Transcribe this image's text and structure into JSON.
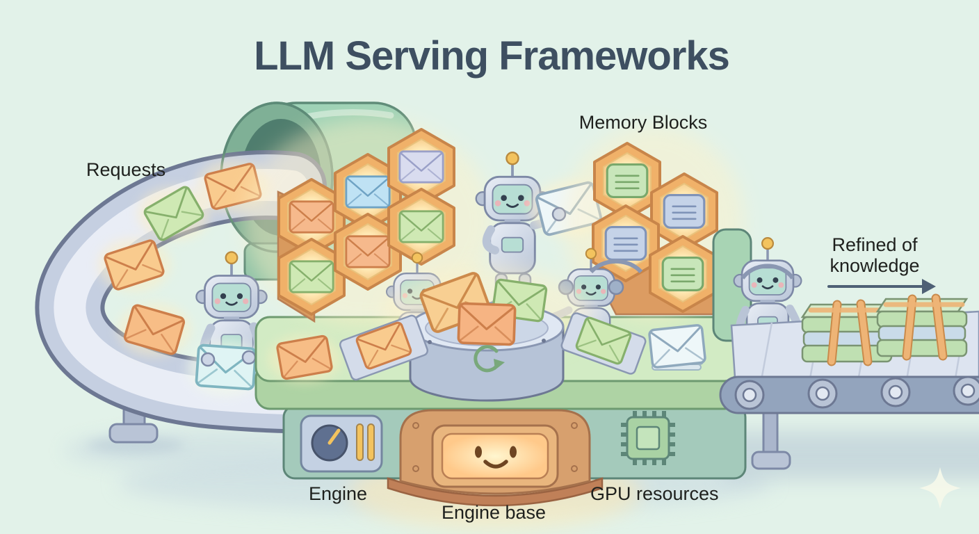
{
  "title": "LLM Serving Frameworks",
  "labels": {
    "requests": "Requests",
    "memory_blocks": "Memory Blocks",
    "refined_line1": "Refined of",
    "refined_line2": "knowledge",
    "engine": "Engine",
    "engine_base": "Engine base",
    "gpu_resources": "GPU resources"
  },
  "icons": {
    "recycle": "recycle-arrows ♻",
    "gauge": "speedometer-dial",
    "gpu_chip": "processor-chip",
    "arrow_right": "→",
    "sparkle": "✦",
    "engine_face": "smiley-face"
  },
  "palette": {
    "background": "#e2f2e9",
    "title": "#3e4f61",
    "label": "#1e201d",
    "arrow": "#4e6075",
    "tube_green": "#9ed2b6",
    "table_green": "#d2ebc4",
    "table_front_green": "#aed3a4",
    "base_teal": "#a4cabb",
    "conveyor_band": "#c5cfe1",
    "conveyor_stripe": "#e9edf6",
    "hex_orange": "#f0b169",
    "hex_glow": "#fff1c6",
    "envelope_orange": "#f9cb8e",
    "envelope_green": "#cfe9b4",
    "envelope_blue": "#bfe2f4",
    "envelope_lavender": "#d9dcef",
    "envelope_cyan": "#dff4f4",
    "doc_green": "#c8e6ba",
    "doc_blue": "#c5d3e8",
    "robot_body": "#d3dbe8",
    "robot_face": "#bfe2d8",
    "furnace_orange": "#d7a06e",
    "furnace_glow": "#ffdda0",
    "belt_gray": "#93a4bd",
    "bundle_green": "#bfe0b2",
    "bundle_blue": "#c9dbe9",
    "strap_orange": "#eeb476"
  }
}
